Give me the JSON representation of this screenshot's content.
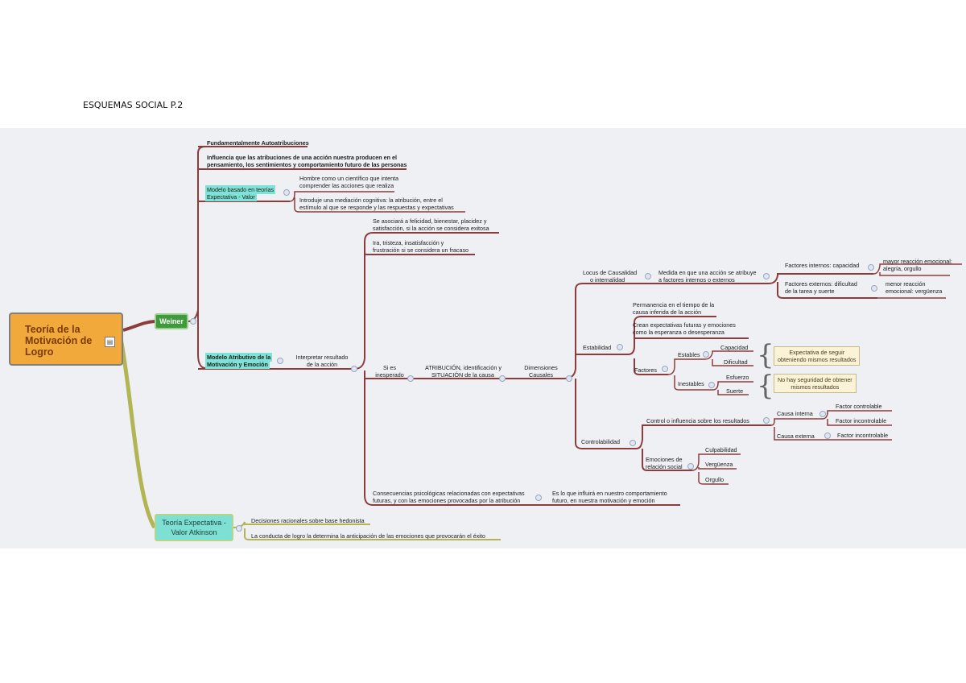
{
  "document": {
    "title": "ESQUEMAS SOCIAL P.2"
  },
  "root": {
    "label": "Teoría de la\nMotivación de\nLogro"
  },
  "weiner": {
    "label": "Weiner",
    "fundamentalmente": "Fundamentalmente Autoatribuciones",
    "influencia": [
      "Influencia que las atribuciones de una acción nuestra producen en el",
      "pensamiento, los sentimientos y comportamiento futuro de las personas"
    ],
    "modelo_basado": {
      "label": [
        "Modelo basado en teorías",
        "Expectativa - Valor"
      ],
      "items": [
        [
          "Hombre como un científico que intenta",
          "comprender las acciones que realiza"
        ],
        [
          "Introduje una mediación cognitiva: la atribución, entre el",
          "estímulo al que se responde y las respuestas y expectativas"
        ]
      ]
    },
    "modelo_atributivo": {
      "label": [
        "Modelo Atributivo de la",
        "Motivación y Emoción"
      ],
      "interpretar": [
        "Interpretar resultado",
        "de la acción"
      ],
      "exito": [
        "Se asociará a felicidad, bienestar, placidez y",
        "satisfacción, si la acción se considera exitosa"
      ],
      "fracaso": [
        "Ira, tristeza, insatisfacción y",
        "frustración si se considera un fracaso"
      ],
      "si_es": [
        "Si es",
        "inesperado"
      ],
      "atribucion": [
        "ATRIBUCIÓN, identificación y",
        "SITUACIÓN de la causa"
      ],
      "dimensiones": [
        "Dimensiones",
        "Causales"
      ],
      "locus": {
        "label": [
          "Locus de Causalidad",
          "o internalidad"
        ],
        "medida": [
          "Medida en que una acción se atribuye",
          "a factores internos o externos"
        ],
        "internos": "Factores internos: capacidad",
        "internos_result": [
          "mayor reacción emocional:",
          "alegría, orgullo"
        ],
        "externos": [
          "Factores externos: dificultad",
          "de la tarea y suerte"
        ],
        "externos_result": [
          "menor reacción",
          "emocional: vergüenza"
        ]
      },
      "estabilidad": {
        "label": "Estabilidad",
        "permanencia": [
          "Permanencia en el tiempo de la",
          "causa inferida de la acción"
        ],
        "crean": [
          "Crean expectativas futuras y emociones",
          "como la esperanza o desesperanza"
        ],
        "factores": "Factores",
        "estables": "Estables",
        "capacidad": "Capacidad",
        "dificultad": "Dificultad",
        "inestables": "Inestables",
        "esfuerzo": "Esfuerzo",
        "suerte": "Suerte",
        "nota_estables": [
          "Expectativa de seguir",
          "obteniendo mismos resultados"
        ],
        "nota_inestables": [
          "No hay seguridad de obtener",
          "mismos resultados"
        ]
      },
      "controlabilidad": {
        "label": "Controlabilidad",
        "control": "Control o influencia sobre los resultados",
        "causa_interna": "Causa interna",
        "factor_controlable": "Factor controlable",
        "factor_incontrolable": "Factor incontrolable",
        "causa_externa": "Causa externa",
        "factor_incontrolable_2": "Factor incontrolable",
        "emociones": [
          "Emociones de",
          "relación social"
        ],
        "culpabilidad": "Culpabilidad",
        "verguenza": "Vergüenza",
        "orgullo": "Orgullo"
      },
      "consecuencias": [
        "Consecuencias psicológicas relacionadas con expectativas",
        "futuras, y con las emociones provocadas por la atribución"
      ],
      "influira": [
        "Es lo que influirá en nuestro comportamiento",
        "futuro, en nuestra motivación y emoción"
      ]
    }
  },
  "atkinson": {
    "label": [
      "Teoría Expectativa -",
      "Valor Atkinson"
    ],
    "decisiones": "Decisiones racionales sobre base hedonista",
    "conducta": "La conducta de logro la determina la anticipación de las emociones que provocarán el éxito"
  },
  "colors": {
    "branch": "#8e3b3b",
    "branch_atk": "#b3b454",
    "highlight": "#7ee3d6",
    "root": "#f2a93b"
  }
}
